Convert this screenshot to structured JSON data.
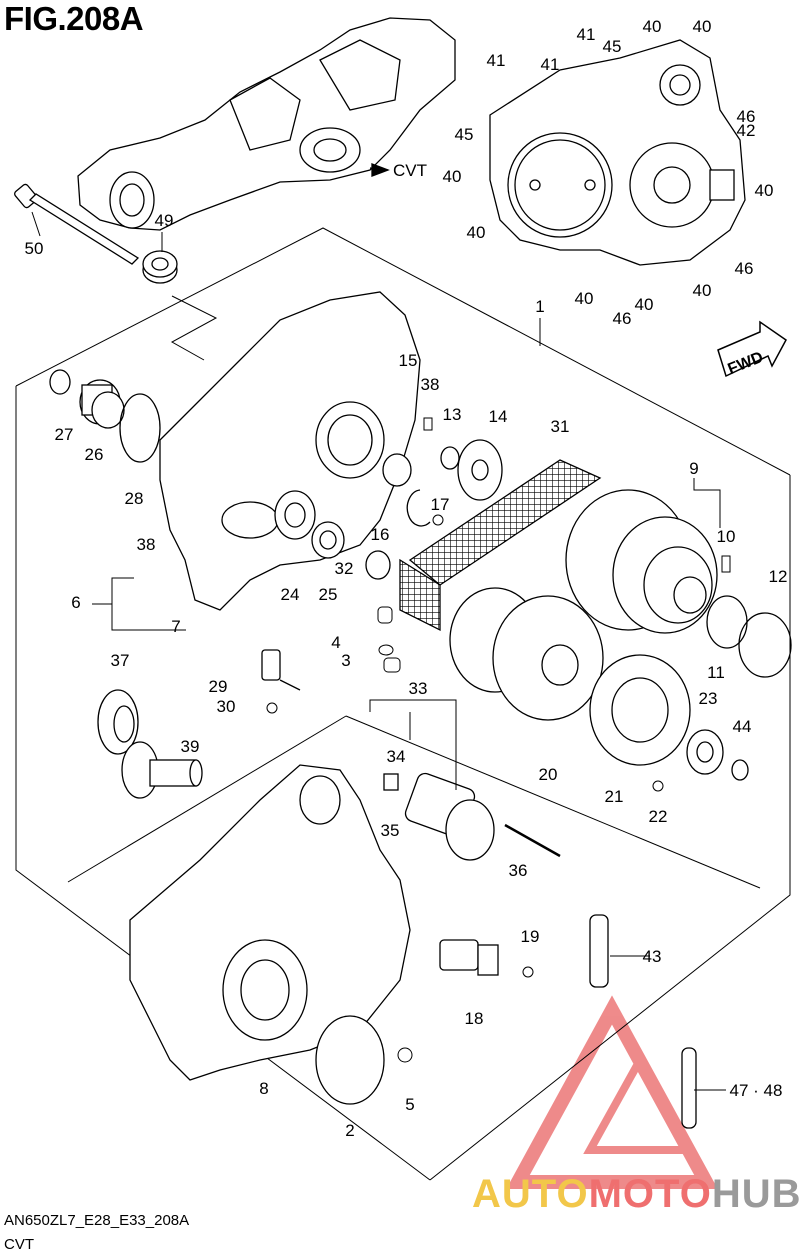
{
  "figure": {
    "title": "FIG.208A"
  },
  "footer": {
    "model_code": "AN650ZL7_E28_E33_208A",
    "section": "CVT"
  },
  "inset": {
    "cvt_label": "CVT"
  },
  "direction_label": "FWD",
  "watermark": {
    "part1": "AUTO",
    "part2": "MOTO",
    "part3": "HUB"
  },
  "callouts": [
    {
      "id": "c1",
      "text": "1"
    },
    {
      "id": "c2",
      "text": "2"
    },
    {
      "id": "c3",
      "text": "3"
    },
    {
      "id": "c4",
      "text": "4"
    },
    {
      "id": "c5",
      "text": "5"
    },
    {
      "id": "c6",
      "text": "6"
    },
    {
      "id": "c7",
      "text": "7"
    },
    {
      "id": "c8",
      "text": "8"
    },
    {
      "id": "c9",
      "text": "9"
    },
    {
      "id": "c10",
      "text": "10"
    },
    {
      "id": "c11",
      "text": "11"
    },
    {
      "id": "c12",
      "text": "12"
    },
    {
      "id": "c13",
      "text": "13"
    },
    {
      "id": "c14",
      "text": "14"
    },
    {
      "id": "c15",
      "text": "15"
    },
    {
      "id": "c16",
      "text": "16"
    },
    {
      "id": "c17",
      "text": "17"
    },
    {
      "id": "c18",
      "text": "18"
    },
    {
      "id": "c19",
      "text": "19"
    },
    {
      "id": "c20",
      "text": "20"
    },
    {
      "id": "c21",
      "text": "21"
    },
    {
      "id": "c22",
      "text": "22"
    },
    {
      "id": "c23",
      "text": "23"
    },
    {
      "id": "c24",
      "text": "24"
    },
    {
      "id": "c25",
      "text": "25"
    },
    {
      "id": "c26",
      "text": "26"
    },
    {
      "id": "c27",
      "text": "27"
    },
    {
      "id": "c28",
      "text": "28"
    },
    {
      "id": "c29",
      "text": "29"
    },
    {
      "id": "c30",
      "text": "30"
    },
    {
      "id": "c31",
      "text": "31"
    },
    {
      "id": "c32",
      "text": "32"
    },
    {
      "id": "c33",
      "text": "33"
    },
    {
      "id": "c34",
      "text": "34"
    },
    {
      "id": "c35",
      "text": "35"
    },
    {
      "id": "c36",
      "text": "36"
    },
    {
      "id": "c37",
      "text": "37"
    },
    {
      "id": "c38a",
      "text": "38"
    },
    {
      "id": "c38b",
      "text": "38"
    },
    {
      "id": "c39",
      "text": "39"
    },
    {
      "id": "c40a",
      "text": "40"
    },
    {
      "id": "c40b",
      "text": "40"
    },
    {
      "id": "c40c",
      "text": "40"
    },
    {
      "id": "c40d",
      "text": "40"
    },
    {
      "id": "c40e",
      "text": "40"
    },
    {
      "id": "c40f",
      "text": "40"
    },
    {
      "id": "c40g",
      "text": "40"
    },
    {
      "id": "c40h",
      "text": "40"
    },
    {
      "id": "c41a",
      "text": "41"
    },
    {
      "id": "c41b",
      "text": "41"
    },
    {
      "id": "c41c",
      "text": "41"
    },
    {
      "id": "c42",
      "text": "42"
    },
    {
      "id": "c43",
      "text": "43"
    },
    {
      "id": "c44",
      "text": "44"
    },
    {
      "id": "c45a",
      "text": "45"
    },
    {
      "id": "c45b",
      "text": "45"
    },
    {
      "id": "c46a",
      "text": "46"
    },
    {
      "id": "c46b",
      "text": "46"
    },
    {
      "id": "c46c",
      "text": "46"
    },
    {
      "id": "c4748",
      "text": "47 · 48"
    },
    {
      "id": "c49",
      "text": "49"
    },
    {
      "id": "c50",
      "text": "50"
    }
  ]
}
